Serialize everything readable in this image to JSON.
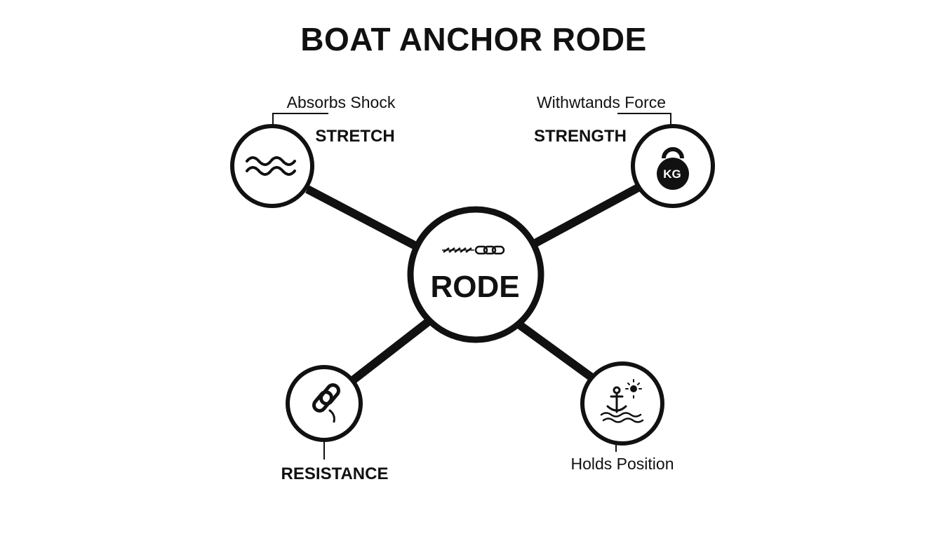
{
  "title": "BOAT ANCHOR RODE",
  "center": {
    "label": "RODE",
    "icon": "chain-rope-icon"
  },
  "nodes": {
    "stretch": {
      "label": "STRETCH",
      "description": "Absorbs Shock",
      "icon": "wavy-rope-icon"
    },
    "strength": {
      "label": "STRENGTH",
      "description": "Withwtands Force",
      "icon": "kettlebell-icon",
      "icon_text": "KG"
    },
    "resistance": {
      "label": "RESISTANCE",
      "icon": "chain-link-icon"
    },
    "position": {
      "label": "Holds Position",
      "icon": "anchor-waves-sun-icon"
    }
  }
}
